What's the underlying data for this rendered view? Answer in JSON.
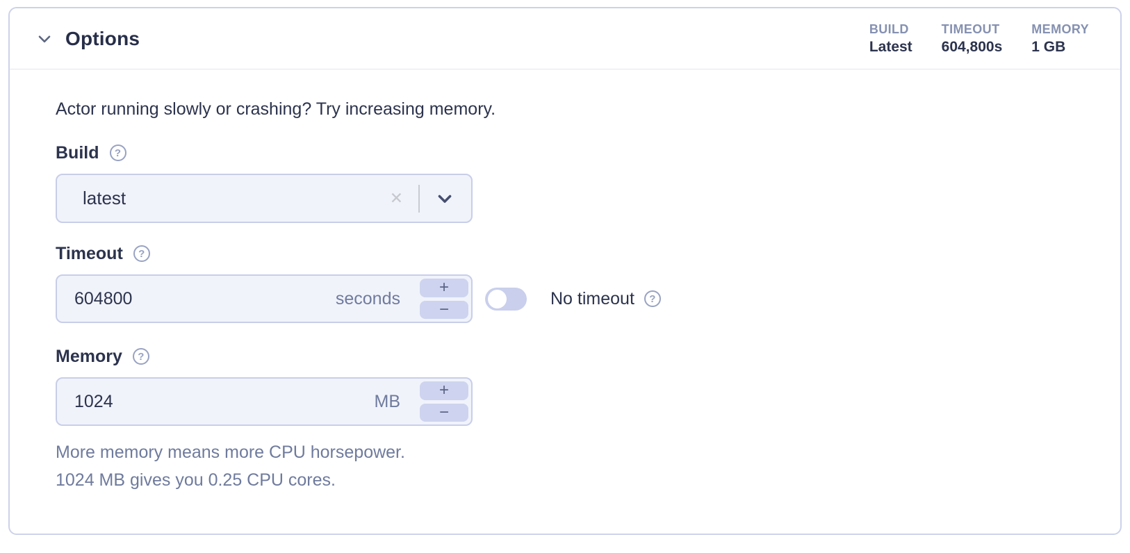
{
  "panel": {
    "title": "Options",
    "summary": {
      "columns": [
        {
          "label": "BUILD",
          "value": "Latest"
        },
        {
          "label": "TIMEOUT",
          "value": "604,800s"
        },
        {
          "label": "MEMORY",
          "value": "1 GB"
        }
      ]
    },
    "intro": "Actor running slowly or crashing? Try increasing memory.",
    "build": {
      "label": "Build",
      "value": "latest"
    },
    "timeout": {
      "label": "Timeout",
      "value": "604800",
      "unit": "seconds",
      "no_timeout_label": "No timeout",
      "toggle_state": "off"
    },
    "memory": {
      "label": "Memory",
      "value": "1024",
      "unit": "MB",
      "note_line1": "More memory means more CPU horsepower.",
      "note_line2": "1024 MB gives you 0.25 CPU cores."
    },
    "icons": {
      "help": "?",
      "clear": "✕",
      "increment": "+",
      "decrement": "−"
    },
    "colors": {
      "panel_border": "#cdd2ea",
      "input_bg": "#f1f3fb",
      "input_border": "#c8cee9",
      "stepper_bg": "#ced4ef",
      "toggle_track": "#c9cfec",
      "dark_text": "#2c334d",
      "muted_text": "#6f7b9d",
      "stat_label": "#8591b1"
    }
  }
}
